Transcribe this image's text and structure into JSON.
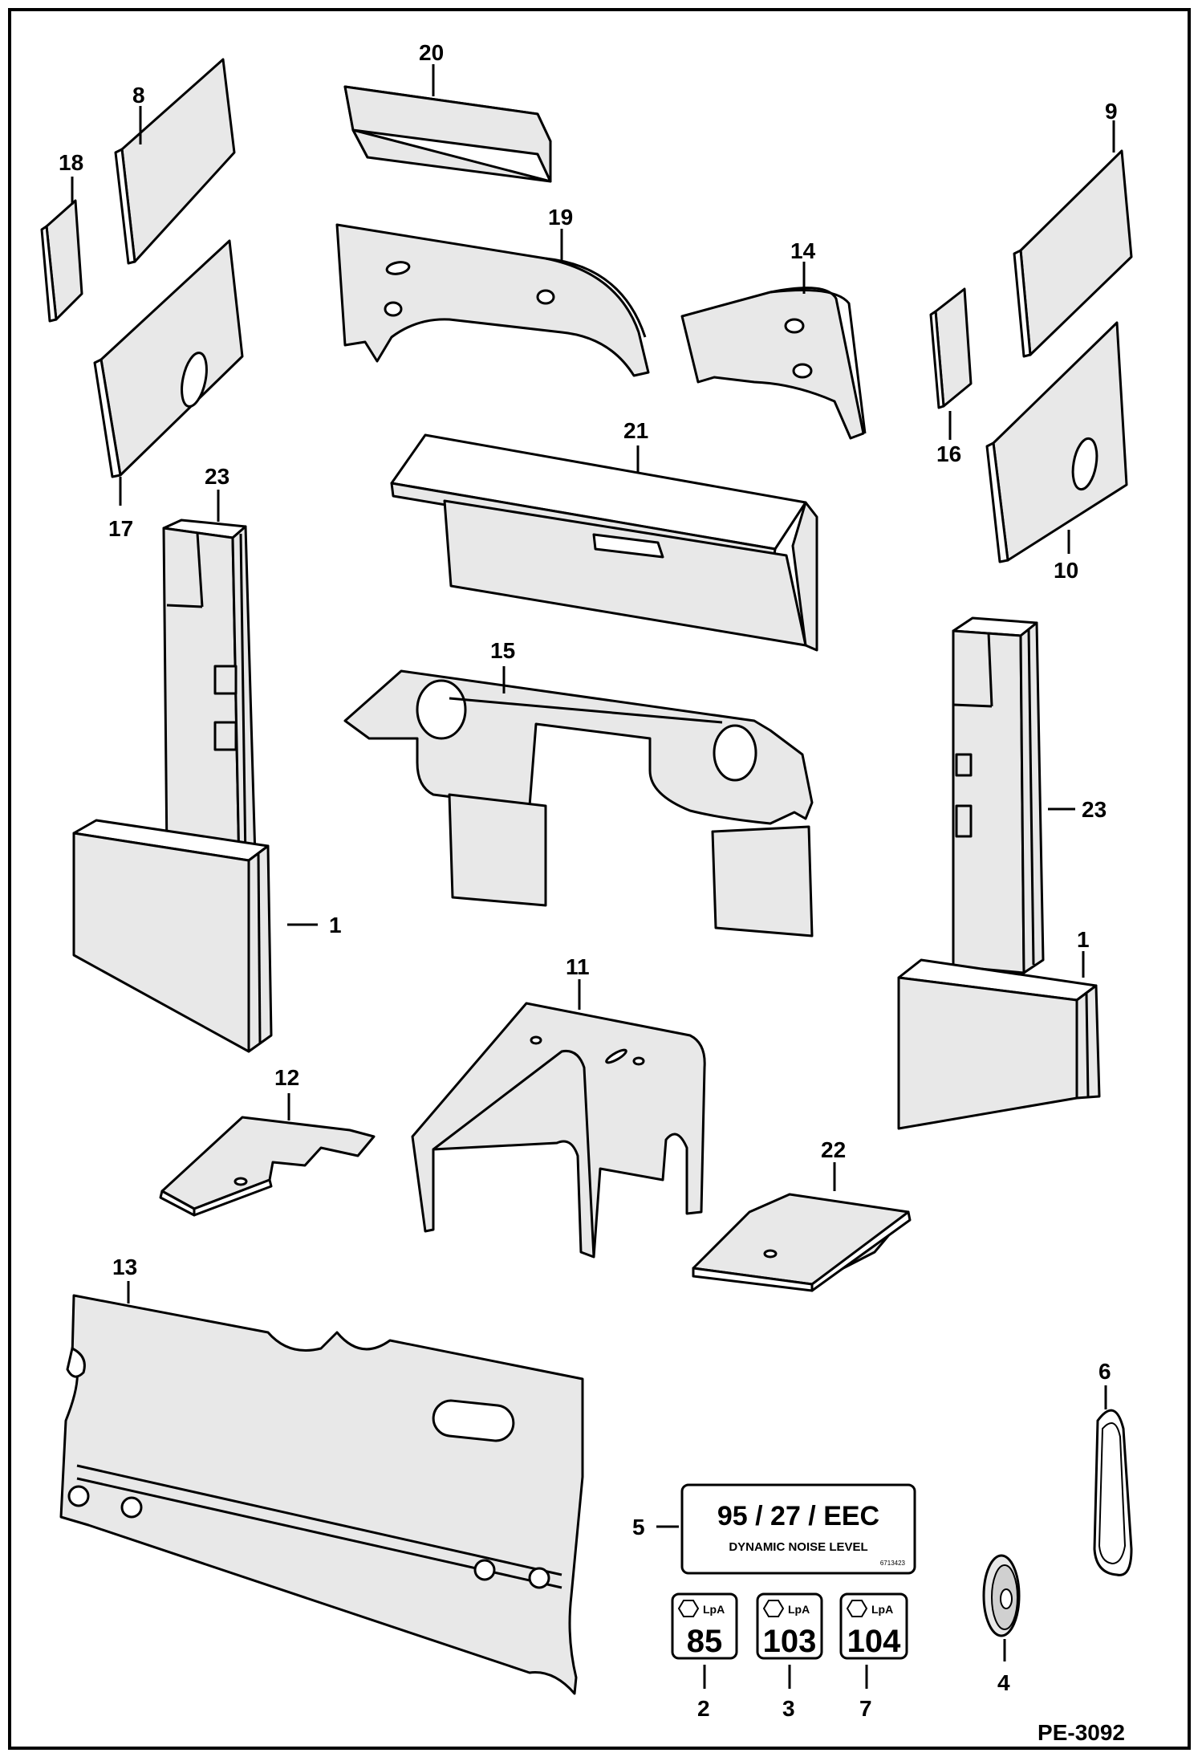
{
  "drawing_ref": "PE-3092",
  "callouts": {
    "c1a": "1",
    "c1b": "1",
    "c2": "2",
    "c3": "3",
    "c4": "4",
    "c5": "5",
    "c6": "6",
    "c7": "7",
    "c8": "8",
    "c9": "9",
    "c10": "10",
    "c11": "11",
    "c12": "12",
    "c13": "13",
    "c14": "14",
    "c15": "15",
    "c16": "16",
    "c17": "17",
    "c18": "18",
    "c19": "19",
    "c20": "20",
    "c21": "21",
    "c22": "22",
    "c23a": "23",
    "c23b": "23"
  },
  "decal_eec": {
    "main_text": "95 / 27 / EEC",
    "sub_text": "DYNAMIC NOISE LEVEL",
    "part_no": "6713423"
  },
  "lpa_decals": [
    {
      "label": "LpA",
      "value": "85"
    },
    {
      "label": "LpA",
      "value": "103"
    },
    {
      "label": "LpA",
      "value": "104"
    }
  ]
}
